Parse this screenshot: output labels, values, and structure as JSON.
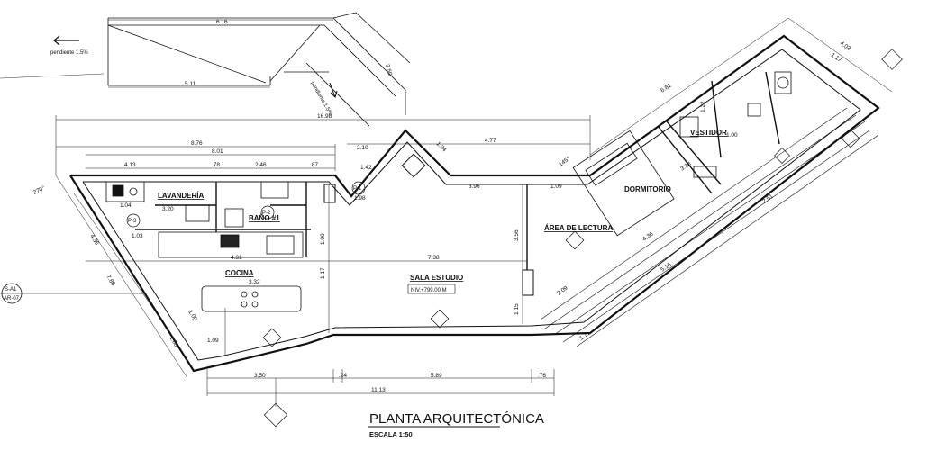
{
  "drawing": {
    "title": "PLANTA ARQUITECTÓNICA",
    "scale": "ESCALA 1:50"
  },
  "slope_labels": {
    "top_left": "pendiente 1.5%",
    "roof": "pendiente 1.5%"
  },
  "rooms": {
    "lavanderia": "LAVANDERÍA",
    "bano": "BAÑO #1",
    "cocina": "COCINA",
    "sala_estudio": "SALA ESTUDIO",
    "area_lectura": "ÁREA DE LECTURA",
    "dormitorio": "DORMITORIO",
    "vestidor": "VESTIDOR"
  },
  "level_tag": "NIV.+799.00 M",
  "markers": {
    "p1": "P-1",
    "p2": "P-2",
    "p3": "P-3",
    "section_left_top": "S-A1",
    "section_left_bottom": "AR-07",
    "angle": "270°",
    "angle2": "145°"
  },
  "dimensions": {
    "top_616": "6.16",
    "top_511": "5.11",
    "top_350": "3.50",
    "top_1698": "16.98",
    "top_876": "8.76",
    "top_801": "8.01",
    "top_413": "4.13",
    "top_246": "2.46",
    "top_087": ".87",
    "top_078": ".78",
    "top_210": "2.10",
    "top_142": "1.42",
    "top_198": "1.98",
    "top_124": "1.24",
    "top_477": "4.77",
    "top_396": "3.96",
    "top_109": "1.09",
    "mid_104": "1.04",
    "mid_320": "3.20",
    "mid_103": "1.03",
    "mid_431": "4.31",
    "mid_332": "3.32",
    "mid_738": "7.38",
    "mid_356": "3.56",
    "mid_117": "1.17",
    "mid_100": "1.00",
    "mid_115": "1.15",
    "left_436": "4.36",
    "left_786": "7.86",
    "left_108": "1.08",
    "left_100": "1.00",
    "bot_109": "1.09",
    "bot_350": "3.50",
    "bot_024": ".24",
    "bot_589": "5.89",
    "bot_076": ".76",
    "bot_1113": "11.13",
    "right_681": "6.81",
    "right_402": "4.02",
    "right_117": "1.17",
    "right_436": "4.36",
    "right_516": "5.16",
    "right_251": "2.51",
    "right_171": "1.71",
    "right_209": "2.09",
    "right_338": "3.38",
    "right_100": "1.00",
    "right_122": "1.22"
  }
}
